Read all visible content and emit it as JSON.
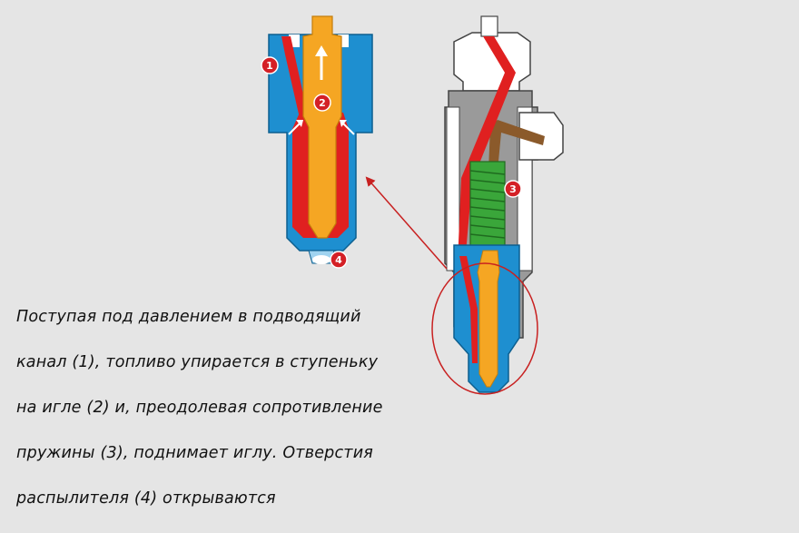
{
  "caption": {
    "lines": [
      "Поступая под давлением в подводящий",
      "канал (1), топливо упирается в ступеньку",
      "на игле (2) и, преодолевая сопротивление",
      "пружины (3), поднимает иглу. Отверстия",
      "распылителя (4) открываются"
    ]
  },
  "markers": {
    "m1": "1",
    "m2": "2",
    "m3": "3",
    "m4": "4"
  },
  "colors": {
    "background": "#e5e5e5",
    "body_blue": "#1e8fd0",
    "needle_orange": "#f5a623",
    "fuel_red": "#e02020",
    "spring_green": "#3aa63a",
    "housing_gray": "#9a9a9a",
    "return_brown": "#8b5a2b",
    "marker_red": "#d42026",
    "arrow_red": "#c82020"
  }
}
